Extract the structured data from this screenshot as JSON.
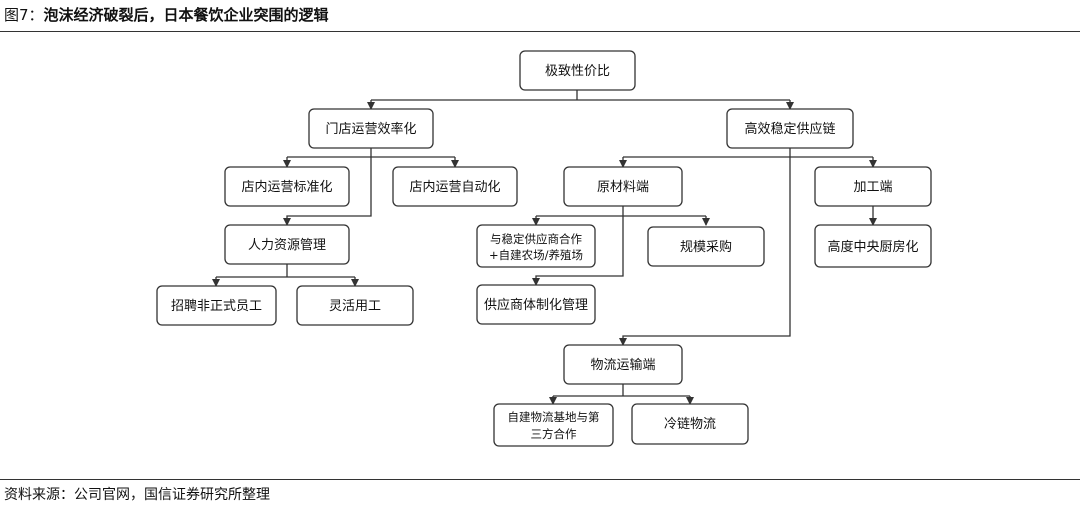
{
  "figure": {
    "prefix": "图7：",
    "title": "泡沫经济破裂后，日本餐饮企业突围的逻辑",
    "source": "资料来源：公司官网，国信证券研究所整理"
  },
  "nodes": {
    "root": "极致性价比",
    "store_efficiency": "门店运营效率化",
    "supply_chain": "高效稳定供应链",
    "store_standard": "店内运营标准化",
    "store_auto": "店内运营自动化",
    "hr": "人力资源管理",
    "nonregular_hire": "招聘非正式员工",
    "flexible_work": "灵活用工",
    "raw_material": "原材料端",
    "processing": "加工端",
    "partner_supplier_1": "与稳定供应商合作",
    "partner_supplier_2": "+自建农场/养殖场",
    "scale_purchase": "规模采购",
    "central_kitchen": "高度中央厨房化",
    "supplier_system": "供应商体制化管理",
    "logistics": "物流运输端",
    "own_logistics_1": "自建物流基地与第",
    "own_logistics_2": "三方合作",
    "cold_chain": "冷链物流"
  }
}
